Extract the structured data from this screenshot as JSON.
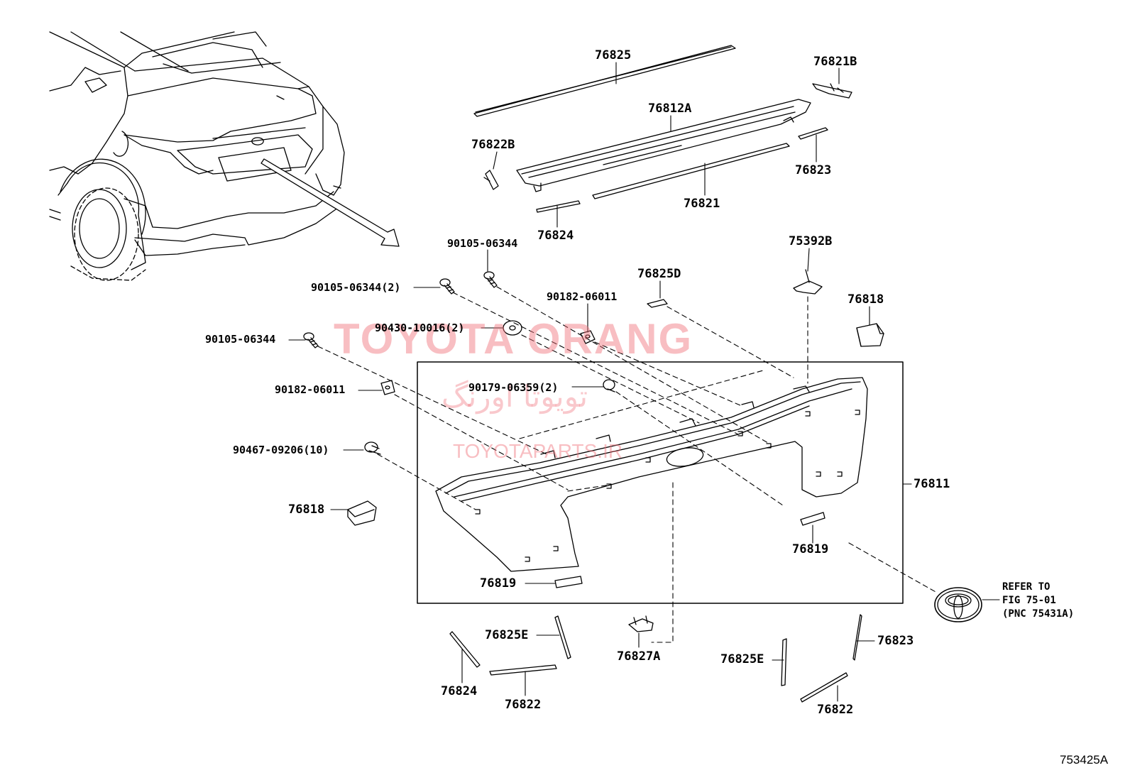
{
  "watermark": {
    "brand": "TOYOTA ORANG",
    "persian": "تویوتا اورنگ",
    "site": "TOYOTAPARTS.IR"
  },
  "callouts": {
    "p76825_top": "76825",
    "p76821B": "76821B",
    "p76812A": "76812A",
    "p76822B": "76822B",
    "p76823_top": "76823",
    "p76821": "76821",
    "p76824_top": "76824",
    "p90105_a": "90105-06344",
    "p75392B": "75392B",
    "p90105_2": "90105-06344(2)",
    "p76825D": "76825D",
    "p90182_a": "90182-06011",
    "p76818_right": "76818",
    "p90430": "90430-10016(2)",
    "p90105_b": "90105-06344",
    "p90182_b": "90182-06011",
    "p90179": "90179-06359(2)",
    "p90467": "90467-09206(10)",
    "p76811": "76811",
    "p76818_left": "76818",
    "p76819_right": "76819",
    "p76819_left": "76819",
    "p76825E_left": "76825E",
    "p76827A": "76827A",
    "p76825E_right": "76825E",
    "p76823_bottom": "76823",
    "p76824_bottom": "76824",
    "p76822_left": "76822",
    "p76822_right": "76822"
  },
  "reference": {
    "line1": "REFER TO",
    "line2": "FIG 75-01",
    "line3": "(PNC 75431A)"
  },
  "figure_id": "753425A"
}
